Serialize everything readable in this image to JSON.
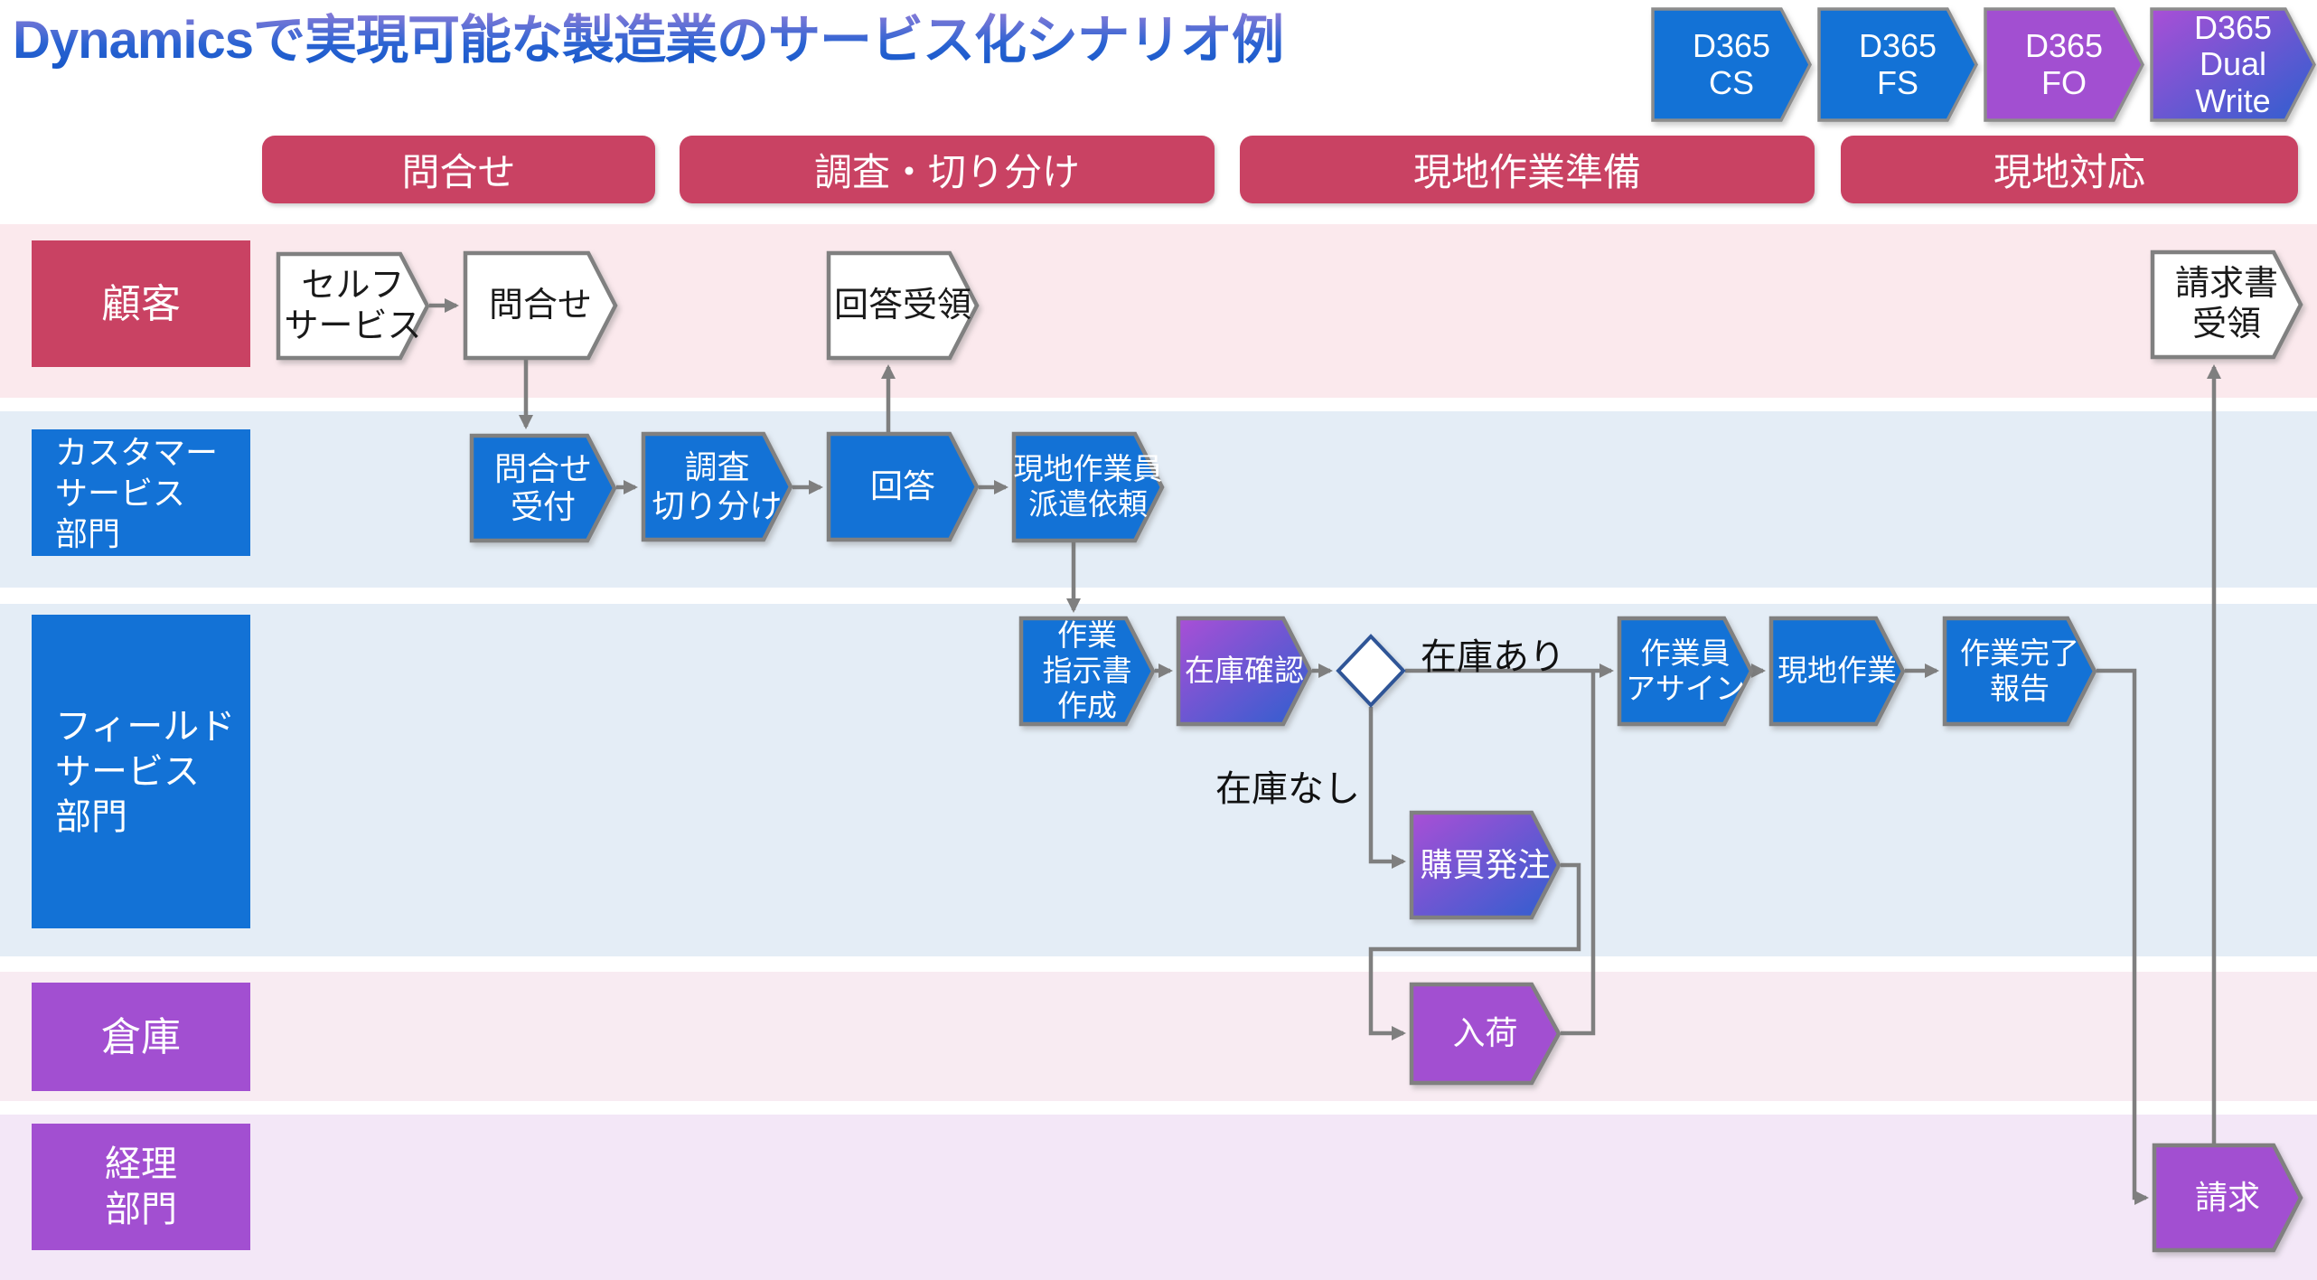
{
  "title": "Dynamicsで実現可能な製造業のサービス化シナリオ例",
  "d365": [
    {
      "label": "D365\nCS"
    },
    {
      "label": "D365\nFS"
    },
    {
      "label": "D365\nFO"
    },
    {
      "label": "D365\nDual\nWrite"
    }
  ],
  "phases": [
    "問合せ",
    "調査・切り分け",
    "現地作業準備",
    "現地対応"
  ],
  "lanes": [
    {
      "id": "customer",
      "label": "顧客"
    },
    {
      "id": "customer-service",
      "label": "カスタマー\nサービス\n部門"
    },
    {
      "id": "field-service",
      "label": "フィールド\nサービス\n部門"
    },
    {
      "id": "warehouse",
      "label": "倉庫"
    },
    {
      "id": "accounting",
      "label": "経理\n部門"
    }
  ],
  "flow": {
    "customer": {
      "self_service": "セルフ\nサービス",
      "inquiry": "問合せ",
      "answer_receipt": "回答受領",
      "invoice_receipt": "請求書\n受領"
    },
    "customer_service": {
      "inquiry_reception": "問合せ\n受付",
      "investigation": "調査\n切り分け",
      "answer": "回答",
      "dispatch_request": "現地作業員\n派遣依頼"
    },
    "field_service": {
      "work_order": "作業\n指示書\n作成",
      "stock_check": "在庫確認",
      "assign": "作業員\nアサイン",
      "onsite_work": "現地作業",
      "completion_report": "作業完了\n報告",
      "purchase_order": "購買発注"
    },
    "warehouse": {
      "receiving": "入荷"
    },
    "accounting": {
      "billing": "請求"
    }
  },
  "decision": {
    "in_stock": "在庫あり",
    "out_of_stock": "在庫なし"
  },
  "colors": {
    "accent_crimson": "#c94263",
    "accent_blue": "#1372d6",
    "accent_purple": "#a24fd1",
    "gradient_purple": "#a94fd6",
    "gradient_blue": "#2e5fcf",
    "lane_customer_bg": "#fbe9ed",
    "lane_blue_bg": "#e4edf6",
    "lane_warehouse_bg": "#f8ebf2",
    "lane_accounting_bg": "#f3e7f7",
    "connector_gray": "#7f7f7f",
    "shape_border_gray": "#808080",
    "diamond_border_blue": "#2f5597",
    "title_gradient_top": "#8b7cd8",
    "title_gradient_bottom": "#1456c8"
  }
}
